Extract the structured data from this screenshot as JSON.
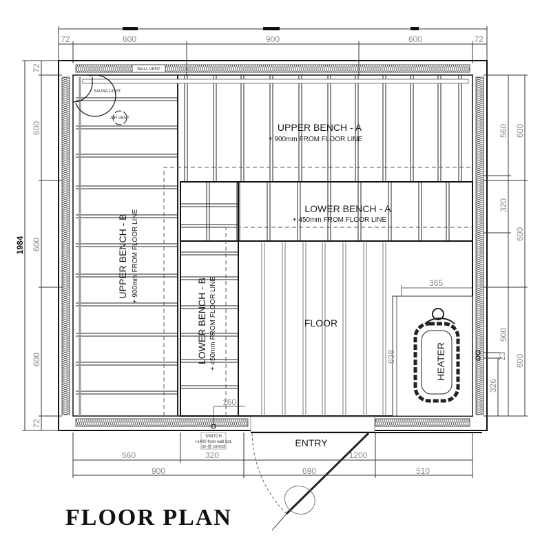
{
  "title": "FLOOR PLAN",
  "rooms": {
    "upper_bench_a": {
      "label": "UPPER BENCH - A",
      "note": "+ 900mm FROM  FLOOR LINE"
    },
    "lower_bench_a": {
      "label": "LOWER BENCH - A",
      "note": "+ 450mm FROM  FLOOR LINE"
    },
    "upper_bench_b": {
      "label": "UPPER BENCH - B",
      "note": "+ 900mm FROM  FLOOR LINE"
    },
    "lower_bench_b": {
      "label": "LOWER BENCH - B",
      "note": "+ 450mm FROM  FLOOR LINE"
    },
    "floor": {
      "label": "FLOOR"
    },
    "heater": {
      "label": "HEATER"
    },
    "entry": {
      "label": "ENTRY"
    }
  },
  "fixtures": {
    "sauna_light": "SAUNA LIGHT",
    "air_vent": "AIR VENT",
    "wall_vent": "WALL VENT",
    "switch": "SWITCH",
    "switch_note_1": "+1400 from wall bot.",
    "switch_note_2": "on @ control"
  },
  "dimensions": {
    "top": [
      "72",
      "600",
      "900",
      "600",
      "72"
    ],
    "left": [
      "72",
      "600",
      "600",
      "600",
      "72"
    ],
    "left_total": "1984",
    "right_inner": [
      "560",
      "320",
      "900",
      "326"
    ],
    "right_outer": [
      "600",
      "600",
      "600"
    ],
    "right_small": "23",
    "bottom_row1": [
      "560",
      "320",
      "1200"
    ],
    "bottom_row2": [
      "900",
      "690",
      "510"
    ],
    "heater_width": "365",
    "heater_depth": "638",
    "switch_offset": "160"
  }
}
